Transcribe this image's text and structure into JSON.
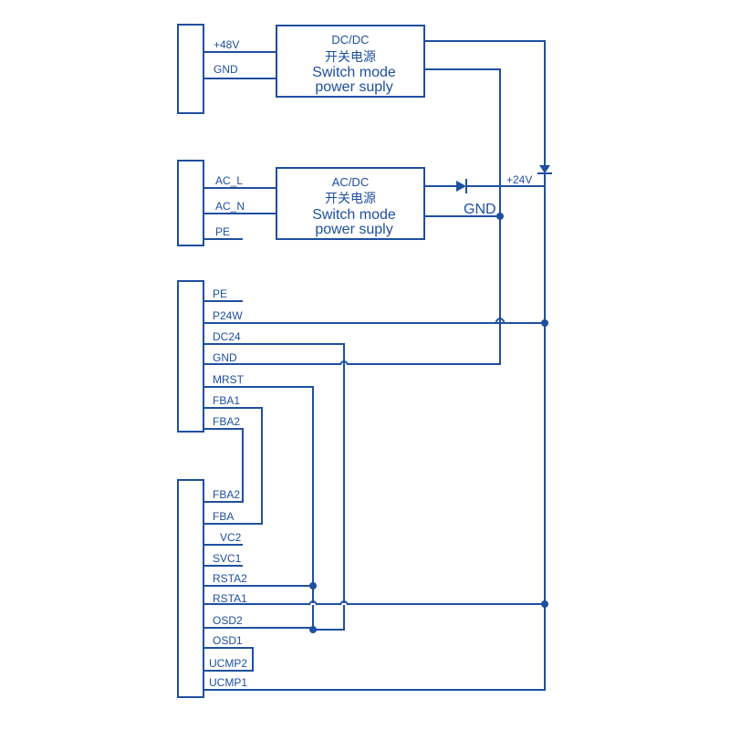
{
  "psu_dc": {
    "title": "DC/DC",
    "title_zh": "开关电源",
    "line1": "Switch mode",
    "line2": "power suply",
    "inputs": [
      "+48V",
      "GND"
    ]
  },
  "psu_ac": {
    "title": "AC/DC",
    "title_zh": "开关电源",
    "line1": "Switch mode",
    "line2": "power suply",
    "inputs": [
      "AC_L",
      "AC_N",
      "PE"
    ],
    "out_pos": "+24V",
    "out_gnd": "GND"
  },
  "connector_3": {
    "pins": [
      "PE",
      "P24W",
      "DC24",
      "GND",
      "MRST",
      "FBA1",
      "FBA2"
    ]
  },
  "connector_4": {
    "pins": [
      "FBA2",
      "FBA",
      "VC2",
      "SVC1",
      "RSTA2",
      "RSTA1",
      "OSD2",
      "OSD1",
      "UCMP2",
      "UCMP1"
    ]
  },
  "colors": {
    "line": "#1f4fa0",
    "background": "#ffffff"
  }
}
